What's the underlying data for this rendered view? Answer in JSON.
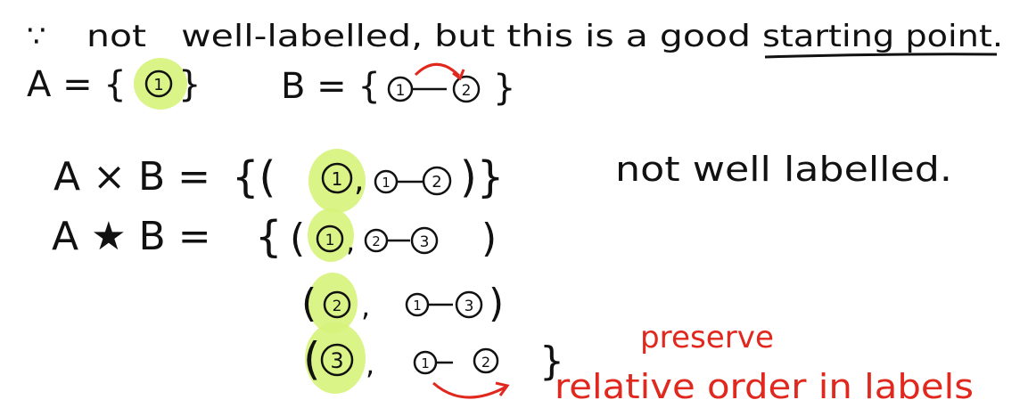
{
  "note": {
    "marker": "∵",
    "line1": "not   well-labelled, but this is a good",
    "emphasis": "starting point."
  },
  "set_a": {
    "label": "A = {",
    "node": "1",
    "close": "}"
  },
  "set_b": {
    "label": "B = {",
    "nodes": [
      "1",
      "2"
    ],
    "close": "}"
  },
  "cartesian": {
    "label": "A × B =",
    "open": "{(",
    "highlight": "1",
    "rest_nodes": [
      "1",
      "2"
    ],
    "close": ")}",
    "comment": "not well labelled."
  },
  "labelled_product": {
    "label": "A ★ B =",
    "open": "{",
    "rows": [
      {
        "highlight": "1",
        "nodes": [
          "2",
          "3"
        ]
      },
      {
        "highlight": "2",
        "nodes": [
          "1",
          "3"
        ]
      },
      {
        "highlight": "3",
        "nodes": [
          "1",
          "2"
        ]
      }
    ],
    "close": "}"
  },
  "annotation": {
    "line1": "preserve",
    "line2": "relative order in labels",
    "color": "#e0281e"
  },
  "highlight_color": "#d6f37a"
}
